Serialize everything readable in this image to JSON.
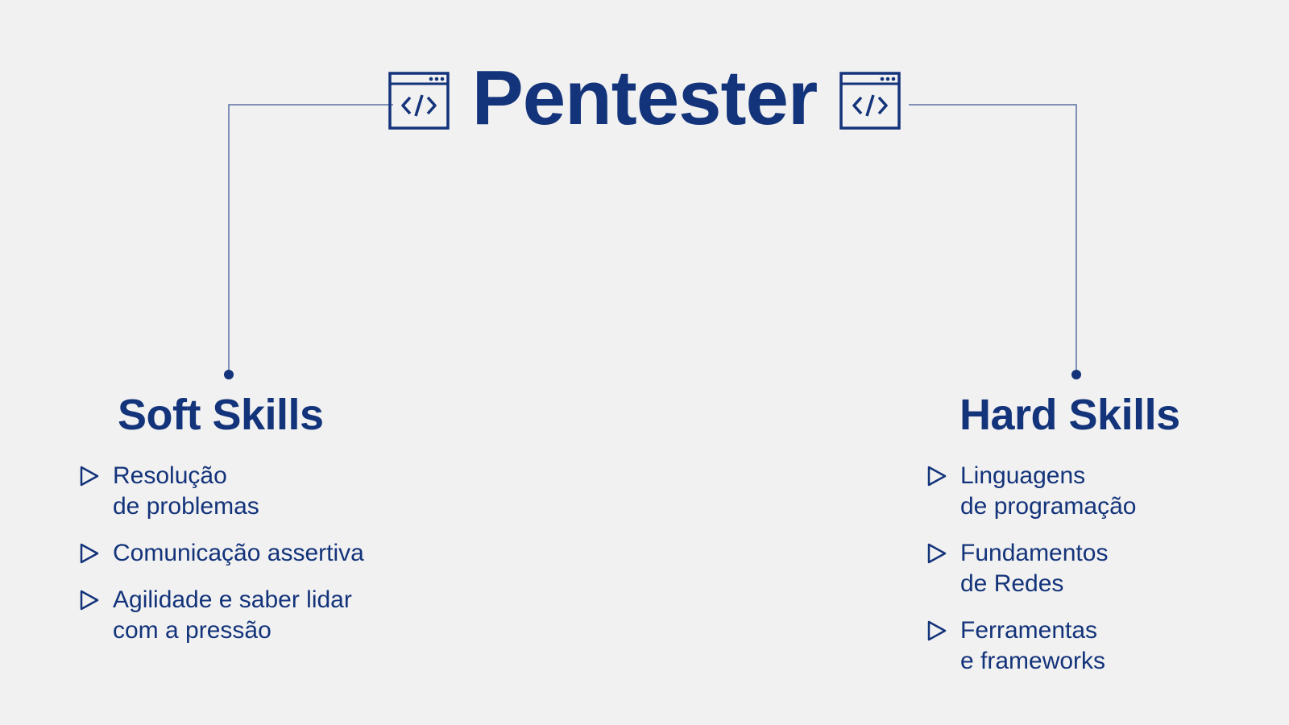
{
  "title": "Pentester",
  "colors": {
    "primary": "#13337a",
    "background": "#f1f1f1"
  },
  "icons": {
    "title_left": "code-window-icon",
    "title_right": "code-window-icon",
    "bullet": "play-triangle-icon"
  },
  "soft_skills": {
    "heading": "Soft Skills",
    "items": [
      {
        "lines": [
          "Resolução",
          "de problemas"
        ]
      },
      {
        "lines": [
          "Comunicação assertiva"
        ]
      },
      {
        "lines": [
          "Agilidade e saber lidar",
          "com a pressão"
        ]
      }
    ]
  },
  "hard_skills": {
    "heading": "Hard Skills",
    "items": [
      {
        "lines": [
          "Linguagens",
          "de programação"
        ]
      },
      {
        "lines": [
          "Fundamentos",
          "de Redes"
        ]
      },
      {
        "lines": [
          "Ferramentas",
          "e frameworks"
        ]
      }
    ]
  }
}
